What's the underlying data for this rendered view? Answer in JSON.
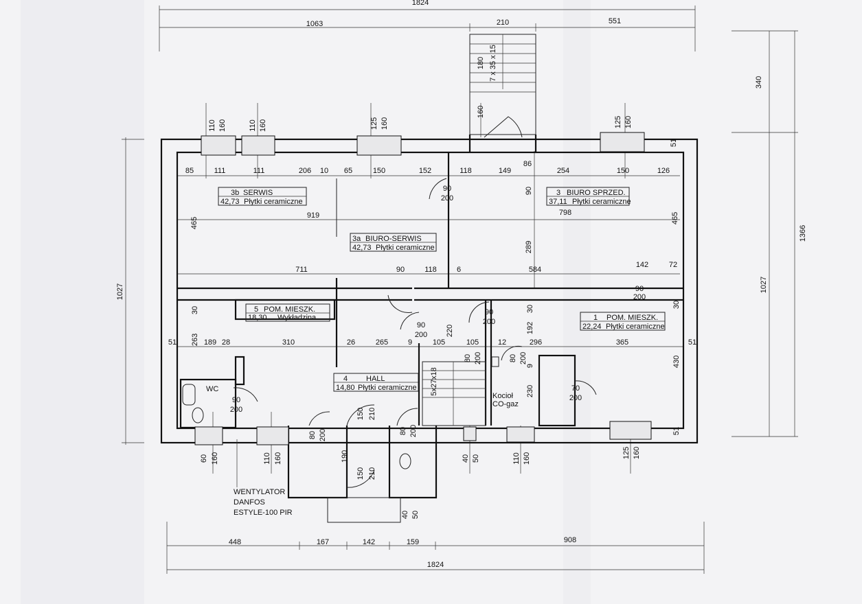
{
  "dimensions": {
    "top_total": "1824",
    "top_segments": [
      "1063",
      "210",
      "551"
    ],
    "bottom_segments": [
      "448",
      "167",
      "142",
      "159",
      "908"
    ],
    "bottom_total": "1824",
    "left_height": "1027",
    "right_outer": "1366",
    "right_inner_1": "340",
    "right_inner_2": "1027",
    "row1": [
      "85",
      "111",
      "111",
      "206",
      "10",
      "65",
      "150",
      "152",
      "118",
      "149",
      "86",
      "254",
      "150",
      "126"
    ],
    "row_919": "919",
    "row_798": "798",
    "row_711": "711",
    "row_90a": "90",
    "row_118": "118",
    "row_6": "6",
    "row_584": "584",
    "row_142": "142",
    "row_72": "72",
    "row_465_left": "465",
    "row_465_right": "465",
    "row_289": "289",
    "row_90_vert": "90",
    "row_51_top": "51",
    "lower_row": [
      "51",
      "263",
      "189",
      "28",
      "310",
      "26",
      "265",
      "9",
      "105",
      "220",
      "105",
      "12",
      "296",
      "365",
      "51"
    ],
    "d30_left": "30",
    "d30_mid": "30",
    "d30_right": "30",
    "d192": "192",
    "d9": "9",
    "d430": "430",
    "d230": "230",
    "d51_right": "51",
    "d190": "190",
    "d40": "40",
    "d50": "50"
  },
  "windows": [
    {
      "w": "110",
      "h": "160"
    },
    {
      "w": "110",
      "h": "160"
    },
    {
      "w": "125",
      "h": "160"
    },
    {
      "w": "125",
      "h": "160"
    },
    {
      "w": "60",
      "h": "160"
    },
    {
      "w": "110",
      "h": "160"
    },
    {
      "w": "40",
      "h": "50"
    },
    {
      "w": "110",
      "h": "160"
    },
    {
      "w": "125",
      "h": "160"
    }
  ],
  "stairs_top": {
    "label": "7 x 35 x 15",
    "w": "180",
    "h": "160"
  },
  "stairs_inner": {
    "label": "5x27x18"
  },
  "doors": [
    {
      "w": "90",
      "h": "200"
    },
    {
      "w": "90",
      "h": "200"
    },
    {
      "w": "90",
      "h": "200"
    },
    {
      "w": "90",
      "h": "200"
    },
    {
      "w": "80",
      "h": "200"
    },
    {
      "w": "80",
      "h": "200"
    },
    {
      "w": "90",
      "h": "200"
    },
    {
      "w": "70",
      "h": "200"
    },
    {
      "w": "80",
      "h": "200"
    },
    {
      "w": "150",
      "h": "210"
    },
    {
      "w": "150",
      "h": "210"
    },
    {
      "w": "80",
      "h": "200"
    }
  ],
  "rooms": [
    {
      "no": "3b",
      "name": "SERWIS",
      "area": "42,73",
      "floor": "Płytki ceramiczne"
    },
    {
      "no": "3a",
      "name": "BIURO-SERWIS",
      "area": "42,73",
      "floor": "Płytki ceramiczne"
    },
    {
      "no": "3",
      "name": "BIURO SPRZED.",
      "area": "37,11",
      "floor": "Płytki ceramiczne"
    },
    {
      "no": "5",
      "name": "POM. MIESZK.",
      "area": "18,30",
      "floor": "Wykładzina"
    },
    {
      "no": "1",
      "name": "POM. MIESZK.",
      "area": "22,24",
      "floor": "Płytki ceramiczne"
    },
    {
      "no": "4",
      "name": "HALL",
      "area": "14,80",
      "floor": "Płytki ceramiczne"
    }
  ],
  "labels": {
    "wc": "WC",
    "kociol_1": "Kocioł",
    "kociol_2": "CO-gaz",
    "vent_1": "WENTYLATOR",
    "vent_2": "DANFOS",
    "vent_3": "ESTYLE-100 PIR"
  }
}
